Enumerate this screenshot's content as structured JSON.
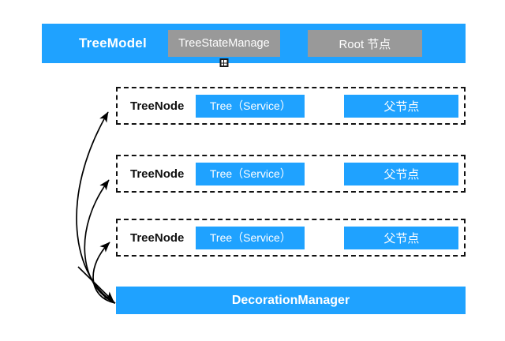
{
  "diagram": {
    "background_color": "#ffffff",
    "accent_color": "#1fa2ff",
    "gray_color": "#999999",
    "outline_color": "#111111"
  },
  "top_bar": {
    "title": "TreeModel",
    "chips": [
      {
        "label": "TreeStateManage",
        "style": "gray",
        "handle_icon": "resize-handle-icon"
      },
      {
        "label": "Root 节点",
        "style": "gray"
      }
    ]
  },
  "node_rows": [
    {
      "label": "TreeNode",
      "service_chip": "Tree（Service）",
      "parent_chip": "父节点"
    },
    {
      "label": "TreeNode",
      "service_chip": "Tree（Service）",
      "parent_chip": "父节点"
    },
    {
      "label": "TreeNode",
      "service_chip": "Tree（Service）",
      "parent_chip": "父节点"
    }
  ],
  "bottom_bar": {
    "title": "DecorationManager"
  },
  "connectors": [
    {
      "from": "decoration-manager",
      "to": "tree-node-1"
    },
    {
      "from": "decoration-manager",
      "to": "tree-node-2"
    },
    {
      "from": "decoration-manager",
      "to": "tree-node-3"
    }
  ]
}
